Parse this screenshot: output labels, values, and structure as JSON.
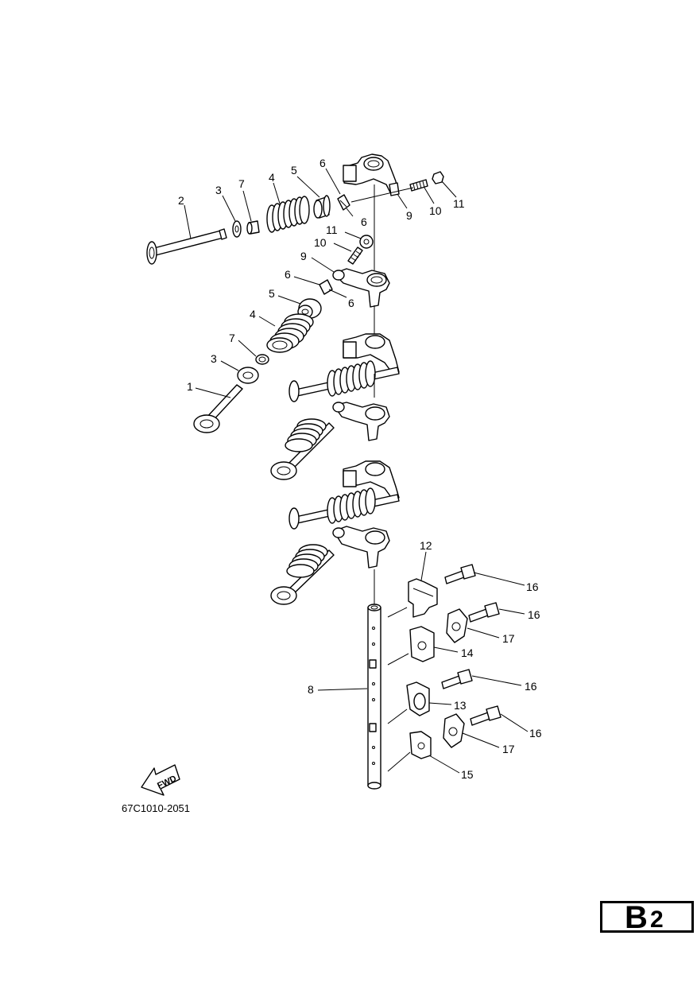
{
  "diagram": {
    "callouts": {
      "c1": "1",
      "c2": "2",
      "c3a": "3",
      "c3b": "3",
      "c4a": "4",
      "c4b": "4",
      "c5a": "5",
      "c5b": "5",
      "c6a": "6",
      "c6b": "6",
      "c6c": "6",
      "c6d": "6",
      "c7a": "7",
      "c7b": "7",
      "c8": "8",
      "c9a": "9",
      "c9b": "9",
      "c10a": "10",
      "c10b": "10",
      "c11a": "11",
      "c11b": "11",
      "c12": "12",
      "c13": "13",
      "c14": "14",
      "c15": "15",
      "c16a": "16",
      "c16b": "16",
      "c16c": "16",
      "c16d": "16",
      "c17a": "17",
      "c17b": "17"
    },
    "fwd_label": "FWD",
    "drawing_code": "67C1010-2051"
  },
  "page_tag": {
    "letter": "B",
    "number": "2"
  }
}
